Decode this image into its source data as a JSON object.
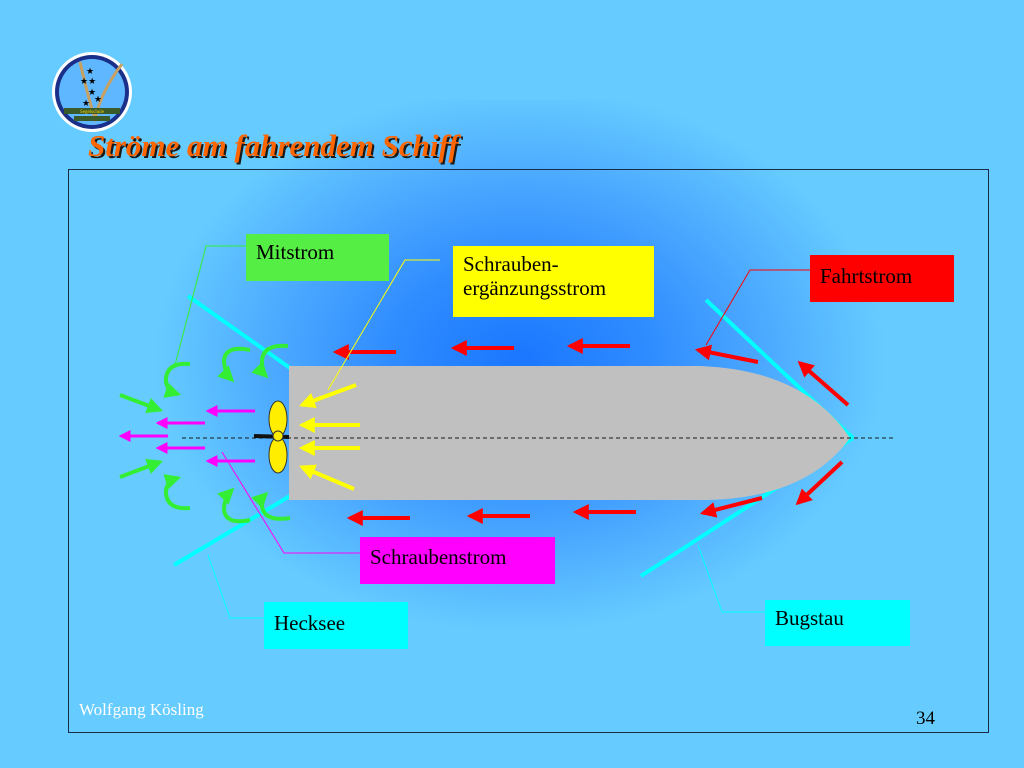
{
  "title": "Ströme am fahrendem Schiff",
  "logo": {
    "icon": "club-emblem-stars-icon",
    "text": "Segelschule"
  },
  "labels": {
    "mitstrom": "Mitstrom",
    "ergaenzung_line1": "Schrauben-",
    "ergaenzung_line2": "ergänzungsstrom",
    "fahrtstrom": "Fahrtstrom",
    "schraubenstrom": "Schraubenstrom",
    "hecksee": "Hecksee",
    "bugstau": "Bugstau"
  },
  "footer": {
    "author": "Wolfgang Kösling",
    "page": "34"
  },
  "colors": {
    "background": "#66ccff",
    "title": "#ff6600",
    "hull": "#c0c0c0",
    "mitstrom": "#55ee44",
    "ergaenzung": "#ffff00",
    "fahrtstrom": "#ff0000",
    "schraubenstrom": "#ff00ff",
    "wake": "#00ffff"
  }
}
